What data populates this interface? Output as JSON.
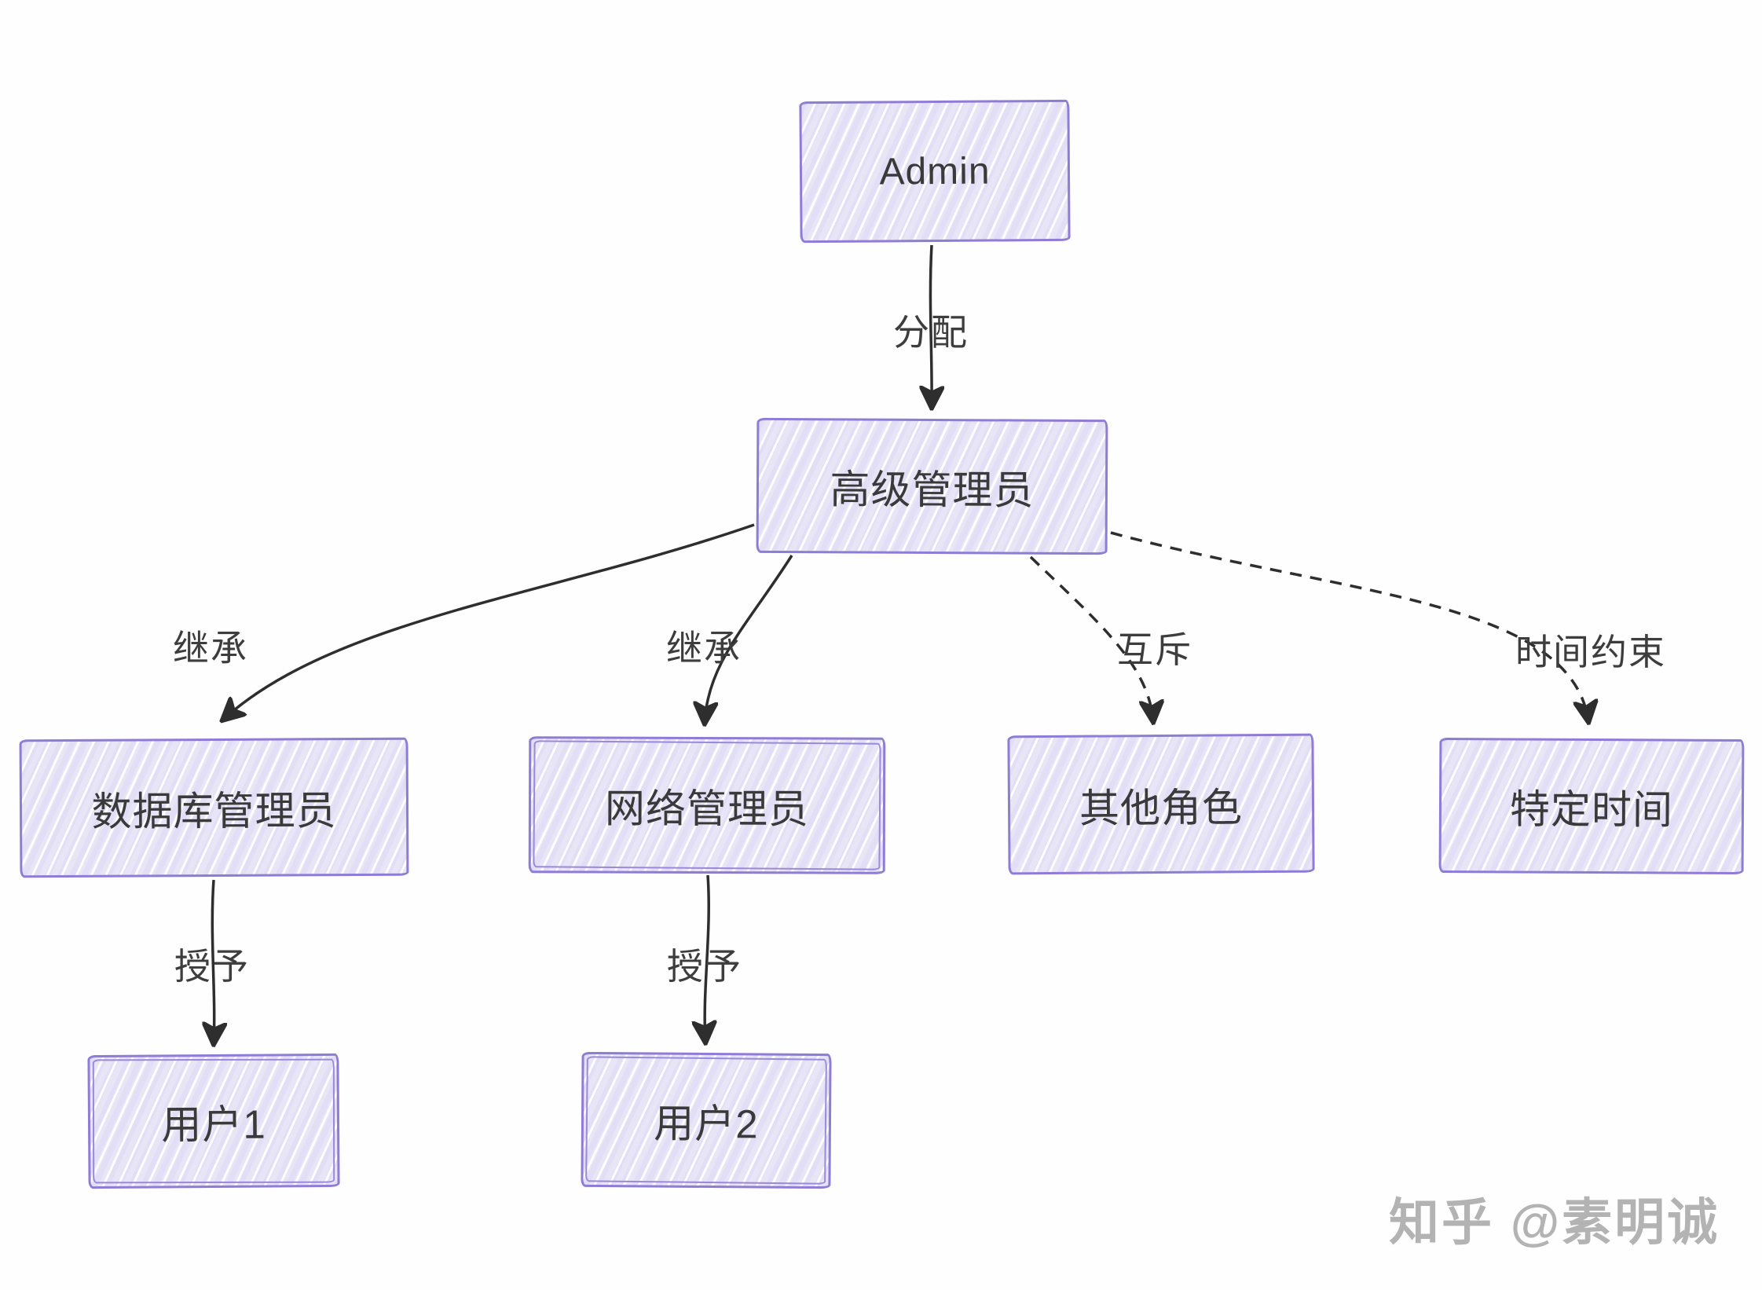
{
  "nodes": {
    "admin": {
      "label": "Admin"
    },
    "senior_admin": {
      "label": "高级管理员"
    },
    "db_admin": {
      "label": "数据库管理员"
    },
    "network_admin": {
      "label": "网络管理员"
    },
    "other_roles": {
      "label": "其他角色"
    },
    "specific_time": {
      "label": "特定时间"
    },
    "user1": {
      "label": "用户1"
    },
    "user2": {
      "label": "用户2"
    }
  },
  "edge_labels": {
    "assign": "分配",
    "inherit_left": "继承",
    "inherit_mid": "继承",
    "mutex": "互斥",
    "time_constraint": "时间约束",
    "grant_left": "授予",
    "grant_mid": "授予"
  },
  "watermark": "知乎 @素明诚",
  "colors": {
    "node_fill": "#e8e5f7",
    "node_border": "#8f7cd6",
    "edge_stroke": "#2e2e2e",
    "label_text": "#3d3d3d",
    "watermark": "#b3b3b3"
  }
}
